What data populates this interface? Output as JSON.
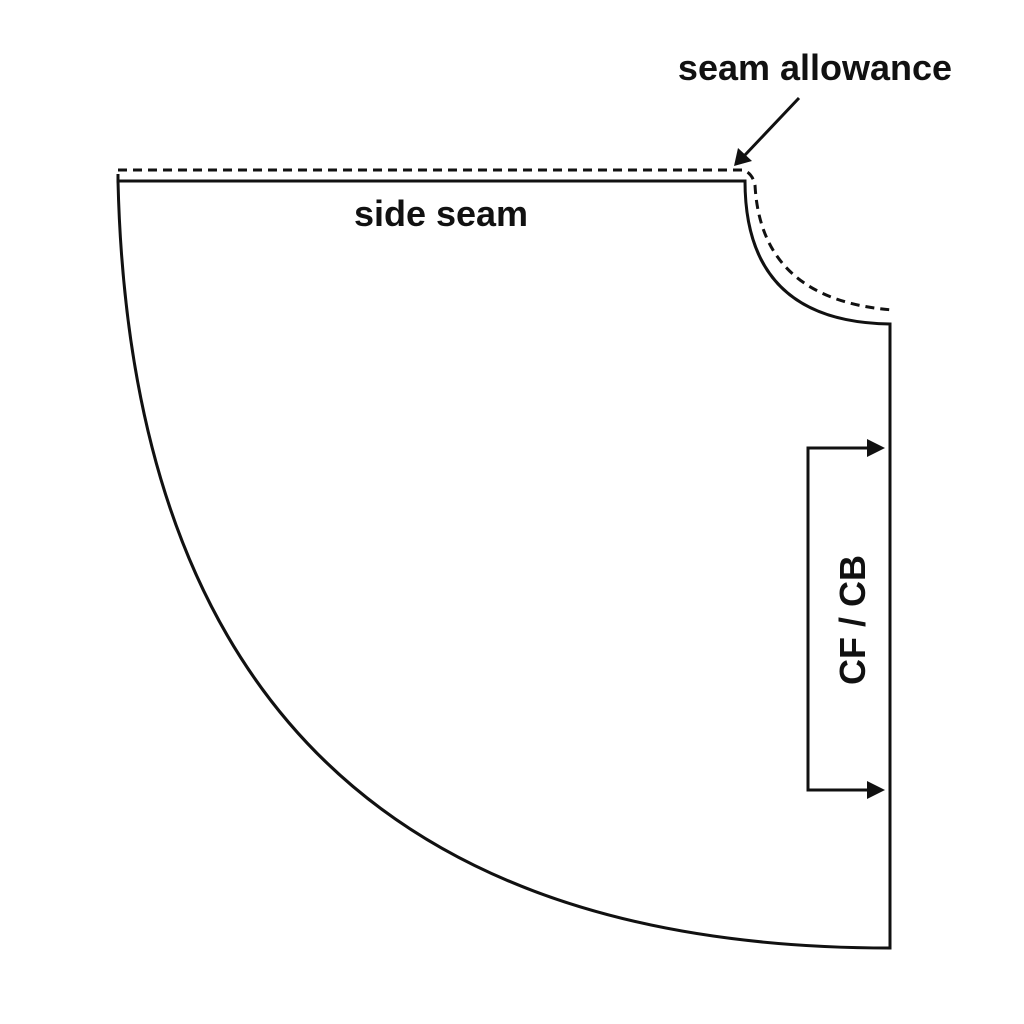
{
  "labels": {
    "seam_allowance": "seam allowance",
    "side_seam": "side seam",
    "grainline": "CF / CB"
  },
  "colors": {
    "line": "#111111",
    "background": "#ffffff"
  }
}
